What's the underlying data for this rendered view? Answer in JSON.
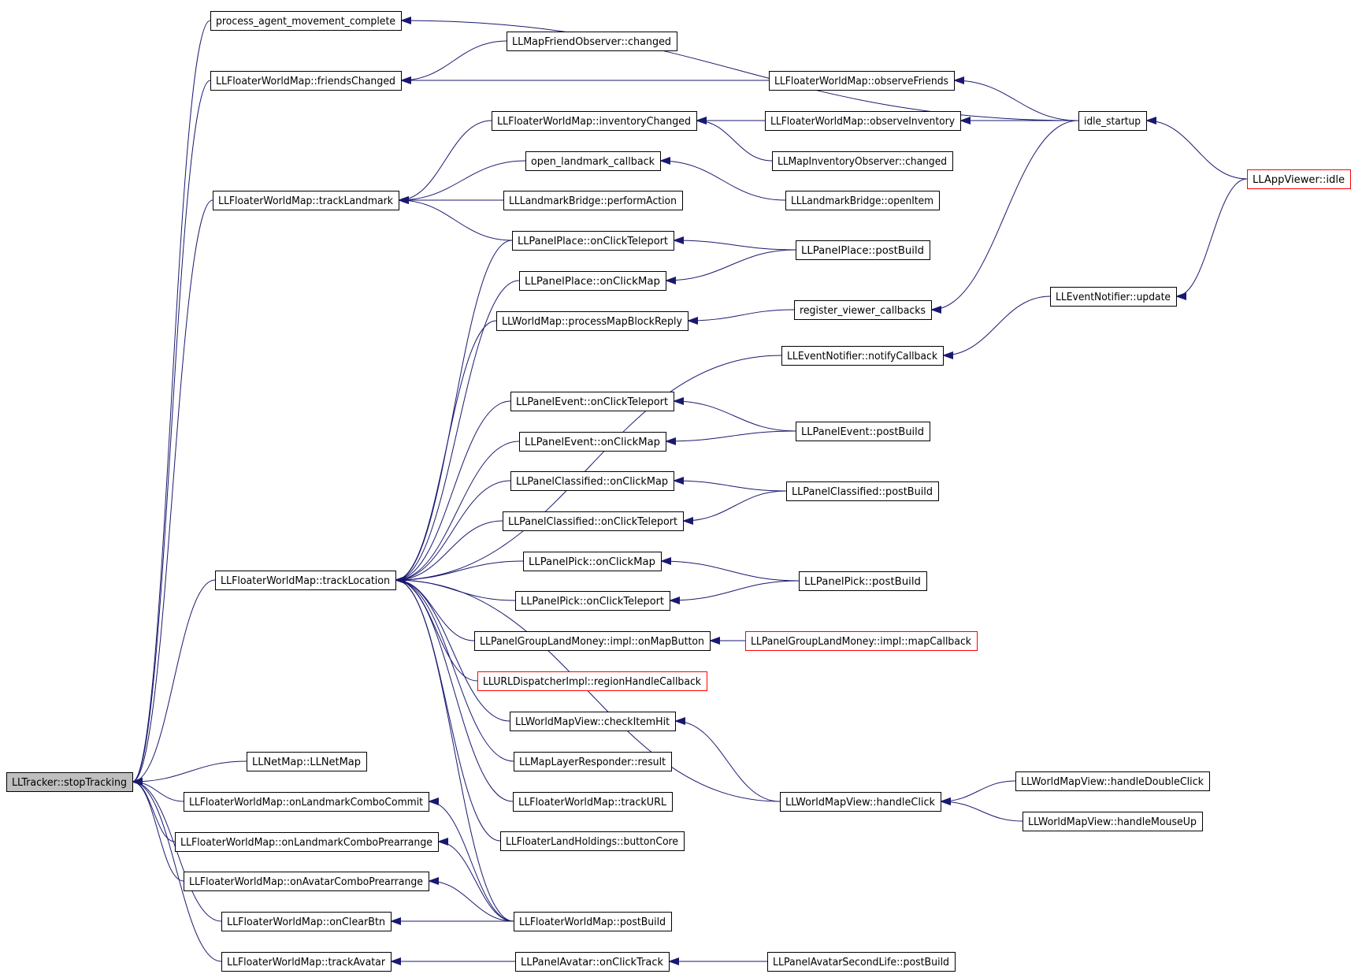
{
  "colors": {
    "edge": "#191970",
    "border_normal": "#000000",
    "border_truncated": "#ff0000",
    "fill_normal": "#ffffff",
    "fill_root": "#bfbfbf"
  },
  "nodes": [
    {
      "id": "stopTracking",
      "label": "LLTracker::stopTracking",
      "style": "root"
    },
    {
      "id": "process_agent",
      "label": "process_agent_movement_complete",
      "style": "normal"
    },
    {
      "id": "friendsChanged",
      "label": "LLFloaterWorldMap::friendsChanged",
      "style": "normal"
    },
    {
      "id": "trackLandmark",
      "label": "LLFloaterWorldMap::trackLandmark",
      "style": "normal"
    },
    {
      "id": "trackLocation",
      "label": "LLFloaterWorldMap::trackLocation",
      "style": "normal"
    },
    {
      "id": "netMap",
      "label": "LLNetMap::LLNetMap",
      "style": "normal"
    },
    {
      "id": "onLandmarkComboCommit",
      "label": "LLFloaterWorldMap::onLandmarkComboCommit",
      "style": "normal"
    },
    {
      "id": "onLandmarkComboPrearrange",
      "label": "LLFloaterWorldMap::onLandmarkComboPrearrange",
      "style": "normal"
    },
    {
      "id": "onAvatarComboPrearrange",
      "label": "LLFloaterWorldMap::onAvatarComboPrearrange",
      "style": "normal"
    },
    {
      "id": "onClearBtn",
      "label": "LLFloaterWorldMap::onClearBtn",
      "style": "normal"
    },
    {
      "id": "trackAvatar",
      "label": "LLFloaterWorldMap::trackAvatar",
      "style": "normal"
    },
    {
      "id": "mapFriendObserver",
      "label": "LLMapFriendObserver::changed",
      "style": "normal"
    },
    {
      "id": "inventoryChanged",
      "label": "LLFloaterWorldMap::inventoryChanged",
      "style": "normal"
    },
    {
      "id": "openLandmarkCb",
      "label": "open_landmark_callback",
      "style": "normal"
    },
    {
      "id": "landmarkBridgePerform",
      "label": "LLLandmarkBridge::performAction",
      "style": "normal"
    },
    {
      "id": "panelPlaceTeleport",
      "label": "LLPanelPlace::onClickTeleport",
      "style": "normal"
    },
    {
      "id": "panelPlaceMap",
      "label": "LLPanelPlace::onClickMap",
      "style": "normal"
    },
    {
      "id": "processMapBlock",
      "label": "LLWorldMap::processMapBlockReply",
      "style": "normal"
    },
    {
      "id": "panelEventTeleport",
      "label": "LLPanelEvent::onClickTeleport",
      "style": "normal"
    },
    {
      "id": "panelEventMap",
      "label": "LLPanelEvent::onClickMap",
      "style": "normal"
    },
    {
      "id": "panelClassifiedMap",
      "label": "LLPanelClassified::onClickMap",
      "style": "normal"
    },
    {
      "id": "panelClassifiedTeleport",
      "label": "LLPanelClassified::onClickTeleport",
      "style": "normal"
    },
    {
      "id": "panelPickMap",
      "label": "LLPanelPick::onClickMap",
      "style": "normal"
    },
    {
      "id": "panelPickTeleport",
      "label": "LLPanelPick::onClickTeleport",
      "style": "normal"
    },
    {
      "id": "groupLandMoneyButton",
      "label": "LLPanelGroupLandMoney::impl::onMapButton",
      "style": "normal"
    },
    {
      "id": "urlDispatcher",
      "label": "LLURLDispatcherImpl::regionHandleCallback",
      "style": "truncated"
    },
    {
      "id": "checkItemHit",
      "label": "LLWorldMapView::checkItemHit",
      "style": "normal"
    },
    {
      "id": "mapLayerResponder",
      "label": "LLMapLayerResponder::result",
      "style": "normal"
    },
    {
      "id": "trackURL",
      "label": "LLFloaterWorldMap::trackURL",
      "style": "normal"
    },
    {
      "id": "landHoldingsButton",
      "label": "LLFloaterLandHoldings::buttonCore",
      "style": "normal"
    },
    {
      "id": "fwmPostBuild",
      "label": "LLFloaterWorldMap::postBuild",
      "style": "normal"
    },
    {
      "id": "panelAvatarTrack",
      "label": "LLPanelAvatar::onClickTrack",
      "style": "normal"
    },
    {
      "id": "observeFriends",
      "label": "LLFloaterWorldMap::observeFriends",
      "style": "normal"
    },
    {
      "id": "observeInventory",
      "label": "LLFloaterWorldMap::observeInventory",
      "style": "normal"
    },
    {
      "id": "mapInventoryObserver",
      "label": "LLMapInventoryObserver::changed",
      "style": "normal"
    },
    {
      "id": "landmarkBridgeOpen",
      "label": "LLLandmarkBridge::openItem",
      "style": "normal"
    },
    {
      "id": "panelPlacePostBuild",
      "label": "LLPanelPlace::postBuild",
      "style": "normal"
    },
    {
      "id": "registerViewerCb",
      "label": "register_viewer_callbacks",
      "style": "normal"
    },
    {
      "id": "eventNotifierNotify",
      "label": "LLEventNotifier::notifyCallback",
      "style": "normal"
    },
    {
      "id": "panelEventPostBuild",
      "label": "LLPanelEvent::postBuild",
      "style": "normal"
    },
    {
      "id": "panelClassifiedPostBuild",
      "label": "LLPanelClassified::postBuild",
      "style": "normal"
    },
    {
      "id": "panelPickPostBuild",
      "label": "LLPanelPick::postBuild",
      "style": "normal"
    },
    {
      "id": "groupLandMoneyCallback",
      "label": "LLPanelGroupLandMoney::impl::mapCallback",
      "style": "truncated"
    },
    {
      "id": "worldMapViewHandleClick",
      "label": "LLWorldMapView::handleClick",
      "style": "normal"
    },
    {
      "id": "panelAvatarSLPostBuild",
      "label": "LLPanelAvatarSecondLife::postBuild",
      "style": "normal"
    },
    {
      "id": "idleStartup",
      "label": "idle_startup",
      "style": "normal"
    },
    {
      "id": "eventNotifierUpdate",
      "label": "LLEventNotifier::update",
      "style": "normal"
    },
    {
      "id": "handleDoubleClick",
      "label": "LLWorldMapView::handleDoubleClick",
      "style": "normal"
    },
    {
      "id": "handleMouseUp",
      "label": "LLWorldMapView::handleMouseUp",
      "style": "normal"
    },
    {
      "id": "appViewerIdle",
      "label": "LLAppViewer::idle",
      "style": "truncated"
    }
  ],
  "edges": [
    {
      "from": "process_agent",
      "to": "stopTracking"
    },
    {
      "from": "friendsChanged",
      "to": "stopTracking"
    },
    {
      "from": "trackLandmark",
      "to": "stopTracking"
    },
    {
      "from": "trackLocation",
      "to": "stopTracking"
    },
    {
      "from": "netMap",
      "to": "stopTracking"
    },
    {
      "from": "onLandmarkComboCommit",
      "to": "stopTracking"
    },
    {
      "from": "onLandmarkComboPrearrange",
      "to": "stopTracking"
    },
    {
      "from": "onAvatarComboPrearrange",
      "to": "stopTracking"
    },
    {
      "from": "onClearBtn",
      "to": "stopTracking"
    },
    {
      "from": "trackAvatar",
      "to": "stopTracking"
    },
    {
      "from": "idleStartup",
      "to": "process_agent"
    },
    {
      "from": "mapFriendObserver",
      "to": "friendsChanged"
    },
    {
      "from": "observeFriends",
      "to": "friendsChanged"
    },
    {
      "from": "inventoryChanged",
      "to": "trackLandmark"
    },
    {
      "from": "openLandmarkCb",
      "to": "trackLandmark"
    },
    {
      "from": "landmarkBridgePerform",
      "to": "trackLandmark"
    },
    {
      "from": "panelPlaceTeleport",
      "to": "trackLandmark"
    },
    {
      "from": "panelPlaceTeleport",
      "to": "trackLocation"
    },
    {
      "from": "panelPlaceMap",
      "to": "trackLocation"
    },
    {
      "from": "processMapBlock",
      "to": "trackLocation"
    },
    {
      "from": "eventNotifierNotify",
      "to": "trackLocation"
    },
    {
      "from": "panelEventTeleport",
      "to": "trackLocation"
    },
    {
      "from": "panelEventMap",
      "to": "trackLocation"
    },
    {
      "from": "panelClassifiedMap",
      "to": "trackLocation"
    },
    {
      "from": "panelClassifiedTeleport",
      "to": "trackLocation"
    },
    {
      "from": "panelPickMap",
      "to": "trackLocation"
    },
    {
      "from": "panelPickTeleport",
      "to": "trackLocation"
    },
    {
      "from": "groupLandMoneyButton",
      "to": "trackLocation"
    },
    {
      "from": "urlDispatcher",
      "to": "trackLocation"
    },
    {
      "from": "checkItemHit",
      "to": "trackLocation"
    },
    {
      "from": "mapLayerResponder",
      "to": "trackLocation"
    },
    {
      "from": "trackURL",
      "to": "trackLocation"
    },
    {
      "from": "landHoldingsButton",
      "to": "trackLocation"
    },
    {
      "from": "worldMapViewHandleClick",
      "to": "trackLocation"
    },
    {
      "from": "fwmPostBuild",
      "to": "trackLocation"
    },
    {
      "from": "fwmPostBuild",
      "to": "onLandmarkComboCommit"
    },
    {
      "from": "fwmPostBuild",
      "to": "onLandmarkComboPrearrange"
    },
    {
      "from": "fwmPostBuild",
      "to": "onAvatarComboPrearrange"
    },
    {
      "from": "fwmPostBuild",
      "to": "onClearBtn"
    },
    {
      "from": "panelAvatarTrack",
      "to": "trackAvatar"
    },
    {
      "from": "observeInventory",
      "to": "inventoryChanged"
    },
    {
      "from": "mapInventoryObserver",
      "to": "inventoryChanged"
    },
    {
      "from": "landmarkBridgeOpen",
      "to": "openLandmarkCb"
    },
    {
      "from": "panelPlacePostBuild",
      "to": "panelPlaceTeleport"
    },
    {
      "from": "panelPlacePostBuild",
      "to": "panelPlaceMap"
    },
    {
      "from": "registerViewerCb",
      "to": "processMapBlock"
    },
    {
      "from": "panelEventPostBuild",
      "to": "panelEventTeleport"
    },
    {
      "from": "panelEventPostBuild",
      "to": "panelEventMap"
    },
    {
      "from": "panelClassifiedPostBuild",
      "to": "panelClassifiedMap"
    },
    {
      "from": "panelClassifiedPostBuild",
      "to": "panelClassifiedTeleport"
    },
    {
      "from": "panelPickPostBuild",
      "to": "panelPickMap"
    },
    {
      "from": "panelPickPostBuild",
      "to": "panelPickTeleport"
    },
    {
      "from": "groupLandMoneyCallback",
      "to": "groupLandMoneyButton"
    },
    {
      "from": "worldMapViewHandleClick",
      "to": "checkItemHit"
    },
    {
      "from": "panelAvatarSLPostBuild",
      "to": "panelAvatarTrack"
    },
    {
      "from": "idleStartup",
      "to": "observeFriends"
    },
    {
      "from": "idleStartup",
      "to": "observeInventory"
    },
    {
      "from": "idleStartup",
      "to": "registerViewerCb"
    },
    {
      "from": "eventNotifierUpdate",
      "to": "eventNotifierNotify"
    },
    {
      "from": "handleDoubleClick",
      "to": "worldMapViewHandleClick"
    },
    {
      "from": "handleMouseUp",
      "to": "worldMapViewHandleClick"
    },
    {
      "from": "appViewerIdle",
      "to": "idleStartup"
    },
    {
      "from": "appViewerIdle",
      "to": "eventNotifierUpdate"
    }
  ]
}
